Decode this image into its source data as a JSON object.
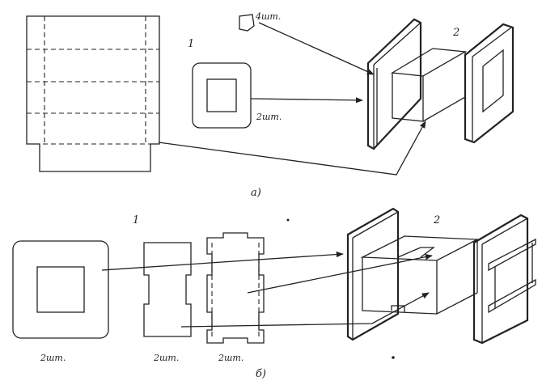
{
  "part_a": {
    "caption": "а)",
    "label_number_1": "1",
    "label_number_2": "2",
    "label_corner_qty": "4шт.",
    "label_frame_qty": "2шт."
  },
  "part_b": {
    "caption": "б)",
    "label_number_1": "1",
    "label_number_2": "2",
    "label_frame_qty": "2шт.",
    "label_plate1_qty": "2шт.",
    "label_plate2_qty": "2шт."
  }
}
